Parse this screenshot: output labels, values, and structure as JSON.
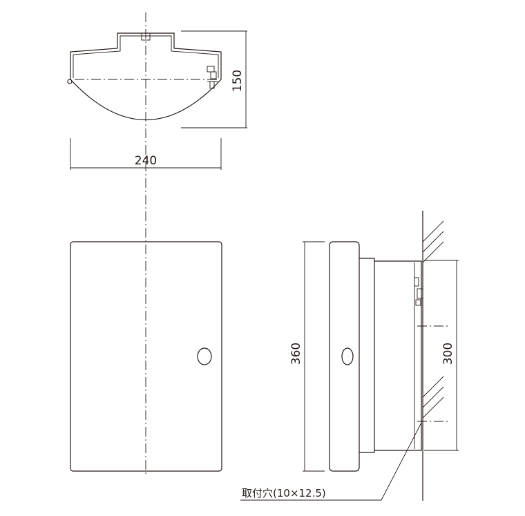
{
  "dimensions": {
    "top_height": "150",
    "top_width": "240",
    "front_height": "360",
    "mount_pitch": "300"
  },
  "labels": {
    "mount_hole": "取付穴(10×12.5)"
  }
}
